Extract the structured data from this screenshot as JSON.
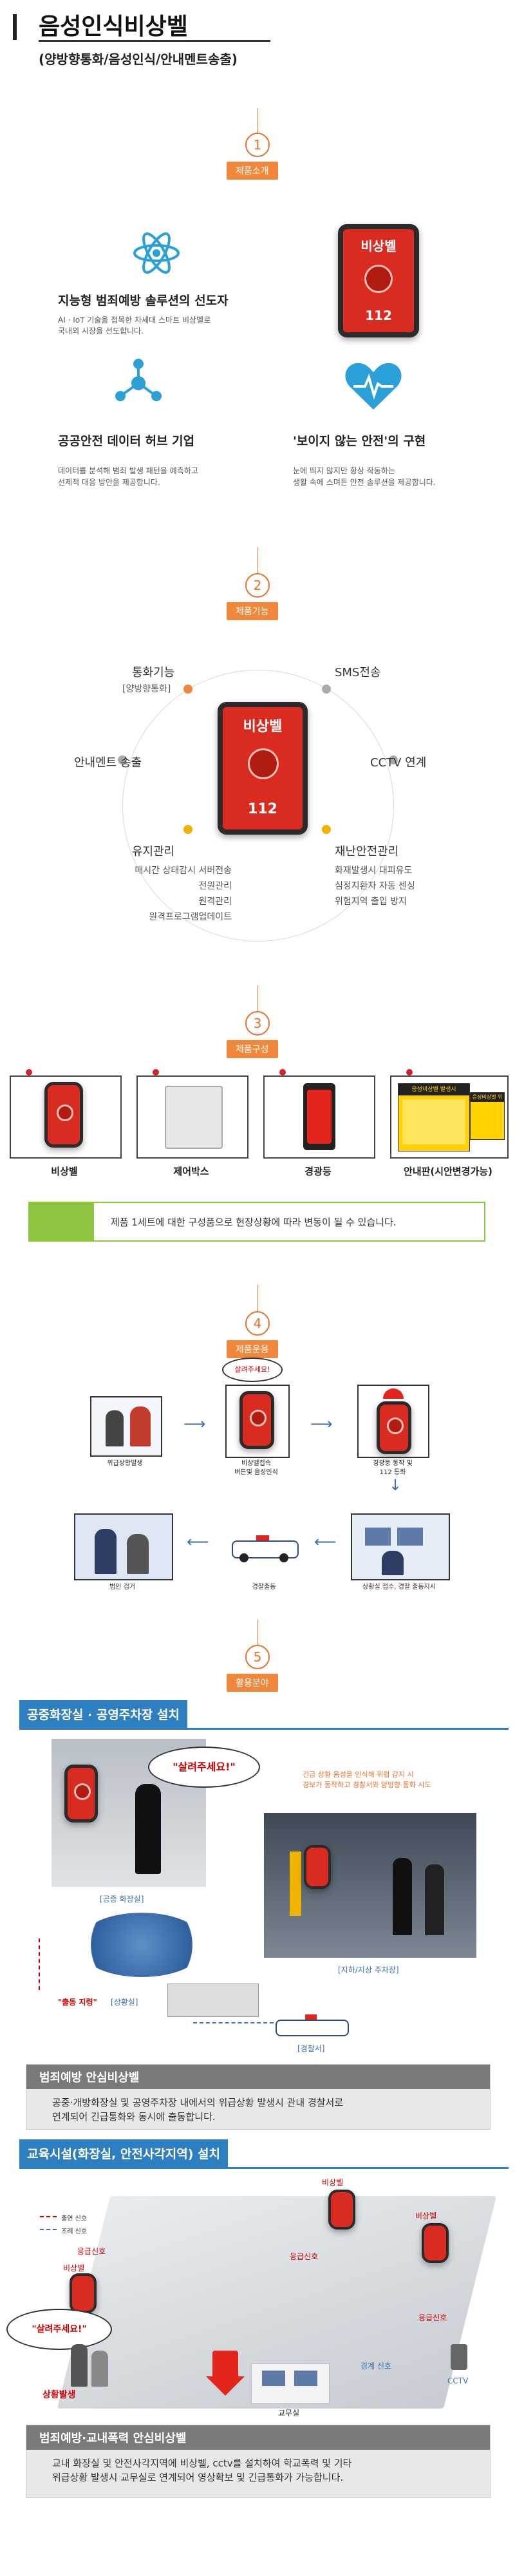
{
  "header": {
    "title": "음성인식비상벨",
    "subtitle": "(양방향통화/음성인식/안내멘트송출)"
  },
  "sections": [
    {
      "num": "1",
      "tag": "제품소개"
    },
    {
      "num": "2",
      "tag": "제품기능"
    },
    {
      "num": "3",
      "tag": "제품구성"
    },
    {
      "num": "4",
      "tag": "제품운용"
    },
    {
      "num": "5",
      "tag": "활용분야"
    }
  ],
  "intro": {
    "f1": {
      "title": "지능형 범죄예방 솔루션의 선도자",
      "desc1": "AI · IoT 기술을 접목한 차세대 스마트 비상벨로",
      "desc2": "국내외 시장을 선도합니다."
    },
    "f2": {
      "title": "공공안전 데이터 허브 기업",
      "desc1": "데이터를 분석해 범죄 발생 패턴을 예측하고",
      "desc2": "선제적 대응 방안을 제공합니다."
    },
    "f3": {
      "title": "'보이지 않는 안전'의 구현",
      "desc1": "눈에 띄지 않지만 항상 작동하는",
      "desc2": "생활 속에 스며든 안전 솔루션을 제공합니다."
    }
  },
  "device": {
    "line1": "비",
    "line2": "상",
    "line3": "벨",
    "emergency": "112"
  },
  "functions": {
    "tl": {
      "title": "통화기능",
      "sub": "[양방향통화]"
    },
    "tr": {
      "title": "SMS전송"
    },
    "ml": {
      "title": "안내멘트 송출"
    },
    "mr": {
      "title": "CCTV 연계"
    },
    "bl": {
      "title": "유지관리",
      "s1": "매시간 상태감시 서버전송",
      "s2": "전원관리",
      "s3": "원격관리",
      "s4": "원격프로그램업데이트"
    },
    "br": {
      "title": "재난안전관리",
      "s1": "화재발생시 대피유도",
      "s2": "심정지환자 자동 센싱",
      "s3": "위험지역 출입 방지"
    }
  },
  "components": {
    "items": [
      "비상벨",
      "제어박스",
      "경광등",
      "안내판(시안변경가능)"
    ],
    "sign_title": "음성비상벨 발생시",
    "sign_sub": "음성비상벨 위치",
    "note": "제품 1세트에 대한 구성품으로 현장상황에 따라 변동이 될 수 있습니다."
  },
  "operation": {
    "p1": "위급상황발생",
    "p2a": "비상벨접속",
    "p2b": "버튼및 음성인식",
    "p3a": "경광등 동작 및",
    "p3b": "112 통화",
    "p4": "상황실 접수, 경찰 출동지시",
    "p5": "경찰출동",
    "p6": "범인 검거",
    "bubble": "살려주세요!"
  },
  "usage": {
    "a": {
      "band": "공중화장실 · 공영주차장 설치",
      "scream": "\"살려주세요!\"",
      "voice_note1": "긴급 상황 음성을 인식해 위협 감지 시",
      "voice_note2": "경보가 동작하고 경찰서와 양방향 통화 시도",
      "lbl_toilet": "[공중 화장실]",
      "lbl_parking": "[지하/지상 주차장]",
      "lbl_ops": "[상황실]",
      "lbl_police": "[경찰서]",
      "dispatch": "\"출동 지령\"",
      "box_title": "범죄예방 안심비상벨",
      "box_text1": "공중·개방화장실 및 공영주차장 내에서의 위급상황 발생시 관내 경찰서로",
      "box_text2": "연계되어 긴급통화와 동시에 출동합니다."
    },
    "b": {
      "band": "교육시설(화장실, 안전사각지역) 설치",
      "legend1": "출연 신호",
      "legend2": "조례 신호",
      "bell1": "비상벨",
      "bell2": "비상벨",
      "bell3": "비상벨",
      "sig1": "응급신호",
      "sig2": "응급신호",
      "sig3": "응급신호",
      "alarm": "경계 신호",
      "cam": "CCTV",
      "scream": "\"살려주세요!\"",
      "situation": "상황발생",
      "office": "교무실",
      "box_title": "범죄예방·교내폭력 안심비상벨",
      "box_text1": "교내 화장실 및 안전사각지역에 비상벨, cctv를 설치하여 학교폭력 및 기타",
      "box_text2": "위급상황 발생시 교무실로 연계되어 영상확보 및 긴급통화가 가능합니다."
    }
  },
  "colors": {
    "accent": "#f0873a",
    "blue": "#2e7fc2",
    "red": "#d92b20"
  }
}
